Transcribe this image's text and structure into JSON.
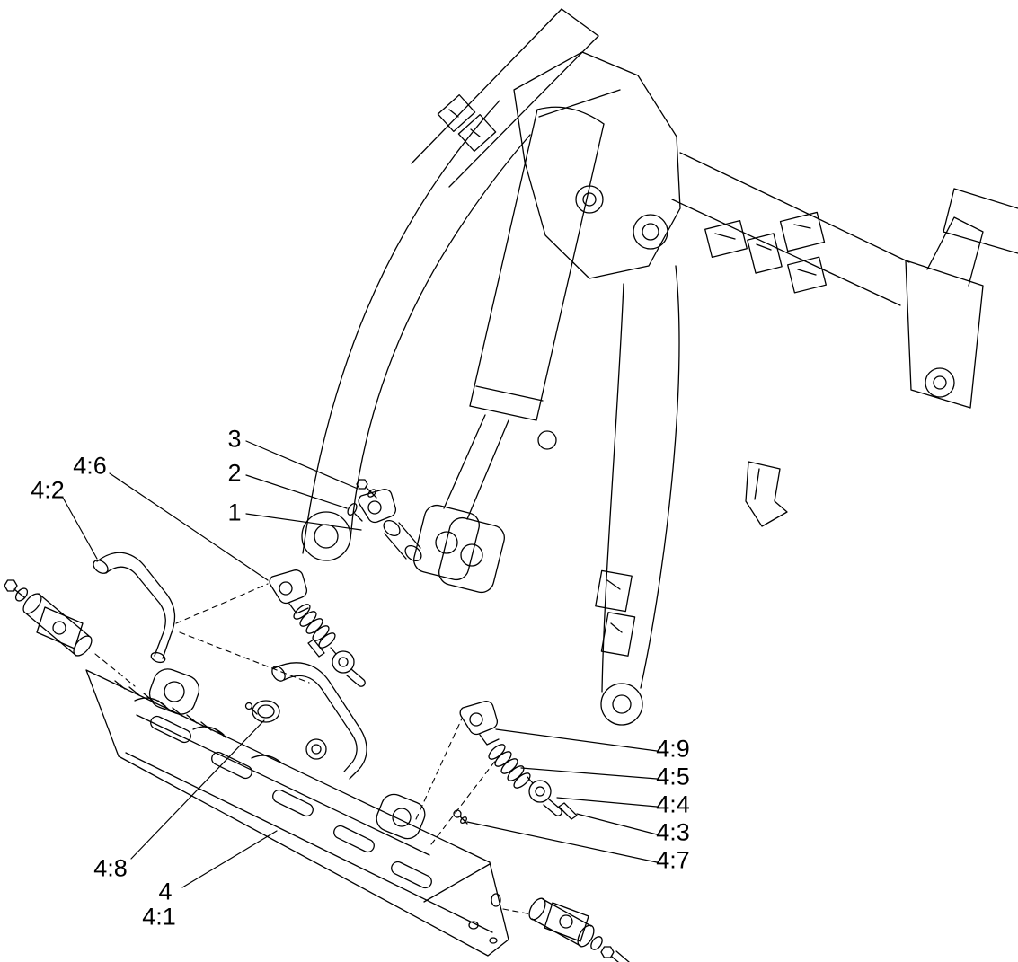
{
  "diagram": {
    "background": "#ffffff",
    "line_color": "#000000"
  },
  "callouts": [
    {
      "label": "3"
    },
    {
      "label": "2"
    },
    {
      "label": "1"
    },
    {
      "label": "4:6"
    },
    {
      "label": "4:2"
    },
    {
      "label": "4:9"
    },
    {
      "label": "4:5"
    },
    {
      "label": "4:4"
    },
    {
      "label": "4:3"
    },
    {
      "label": "4:7"
    },
    {
      "label": "4:8"
    },
    {
      "label": "4"
    },
    {
      "label": "4:1"
    }
  ]
}
